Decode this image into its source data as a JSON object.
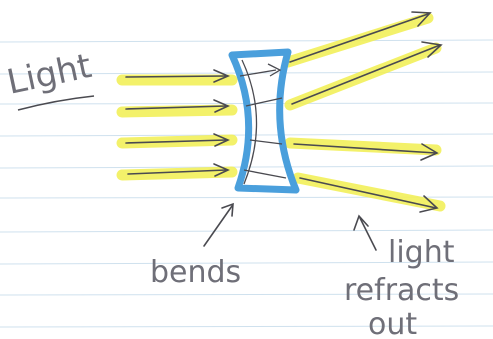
{
  "labels": {
    "light": "Light",
    "bends": "bends",
    "light_refracts_line1": "light",
    "light_refracts_line2": "refracts",
    "light_refracts_line3": "out"
  },
  "colors": {
    "paper": "#ffffff",
    "rule_line": "#cfe1ee",
    "highlighter": "#f2f05a",
    "lens_outline": "#4a9fdc",
    "pencil": "#4a4a50",
    "label_text": "#6f6f78"
  }
}
